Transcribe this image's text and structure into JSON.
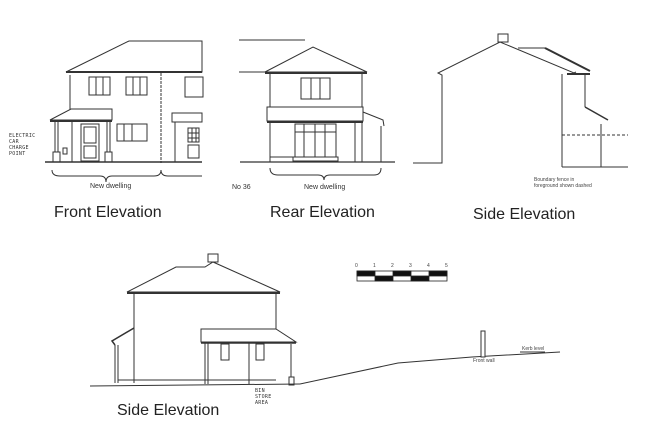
{
  "drawings": {
    "front": {
      "title": "Front Elevation",
      "label_dwelling": "New dwelling",
      "annotation": "ELECTRIC\nCAR\nCHARGE\nPOINT"
    },
    "rear": {
      "title": "Rear Elevation",
      "label_neighbour": "No 36",
      "label_dwelling": "New dwelling"
    },
    "side_top": {
      "title": "Side Elevation",
      "note": "Boundary fence in\nforeground shown dashed"
    },
    "side_bottom": {
      "title": "Side Elevation",
      "annotation": "BIN\nSTORE\nAREA",
      "label_front_wall": "Front wall",
      "label_kerb": "Kerb level"
    }
  },
  "scale_bar": {
    "ticks": [
      "0",
      "1",
      "2",
      "3",
      "4",
      "5"
    ]
  },
  "colors": {
    "line": "#333333",
    "background": "#ffffff"
  }
}
